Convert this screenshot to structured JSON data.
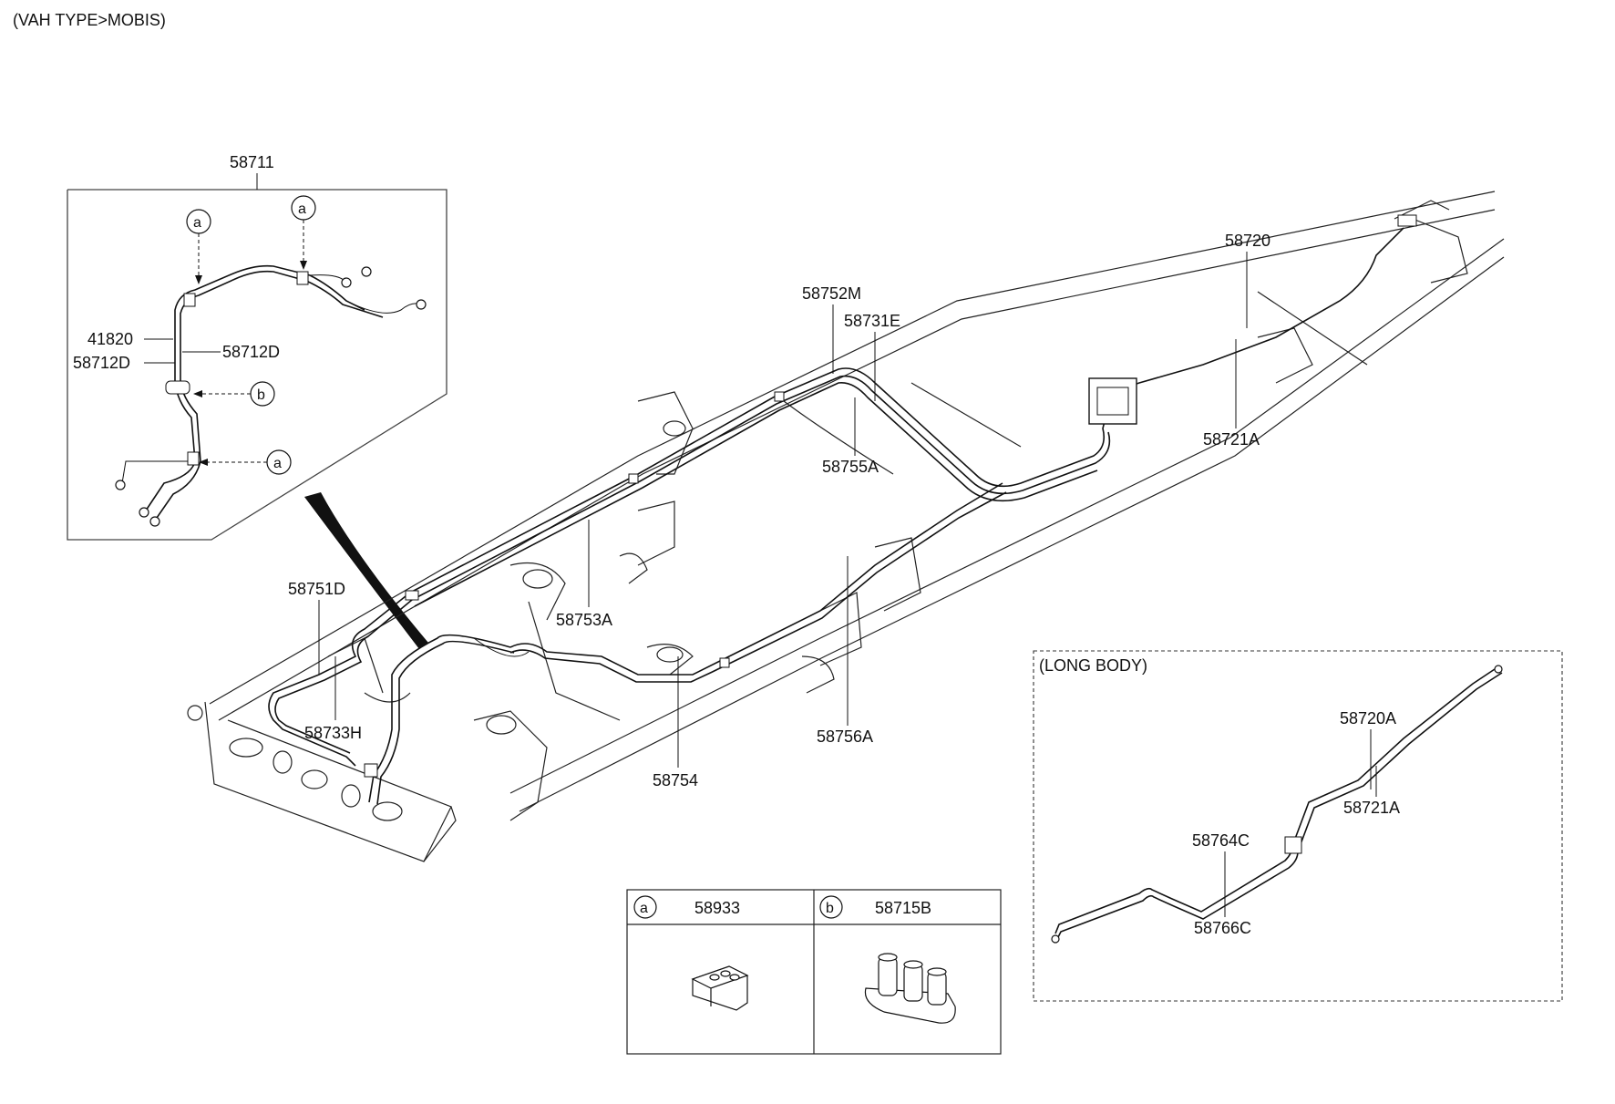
{
  "header": "(VAH TYPE>MOBIS)",
  "inset_title": "58711",
  "callout_letters": {
    "a": "a",
    "b": "b"
  },
  "labels": {
    "p41820": "41820",
    "p58712D_left": "58712D",
    "p58712D_right": "58712D",
    "p58720": "58720",
    "p58752M": "58752M",
    "p58731E": "58731E",
    "p58755A": "58755A",
    "p58721A": "58721A",
    "p58751D": "58751D",
    "p58753A": "58753A",
    "p58733H": "58733H",
    "p58754": "58754",
    "p58756A": "58756A"
  },
  "long_body": {
    "title": "(LONG BODY)",
    "p58720A": "58720A",
    "p58721A": "58721A",
    "p58764C": "58764C",
    "p58766C": "58766C"
  },
  "legend": {
    "a_part": "58933",
    "b_part": "58715B"
  }
}
